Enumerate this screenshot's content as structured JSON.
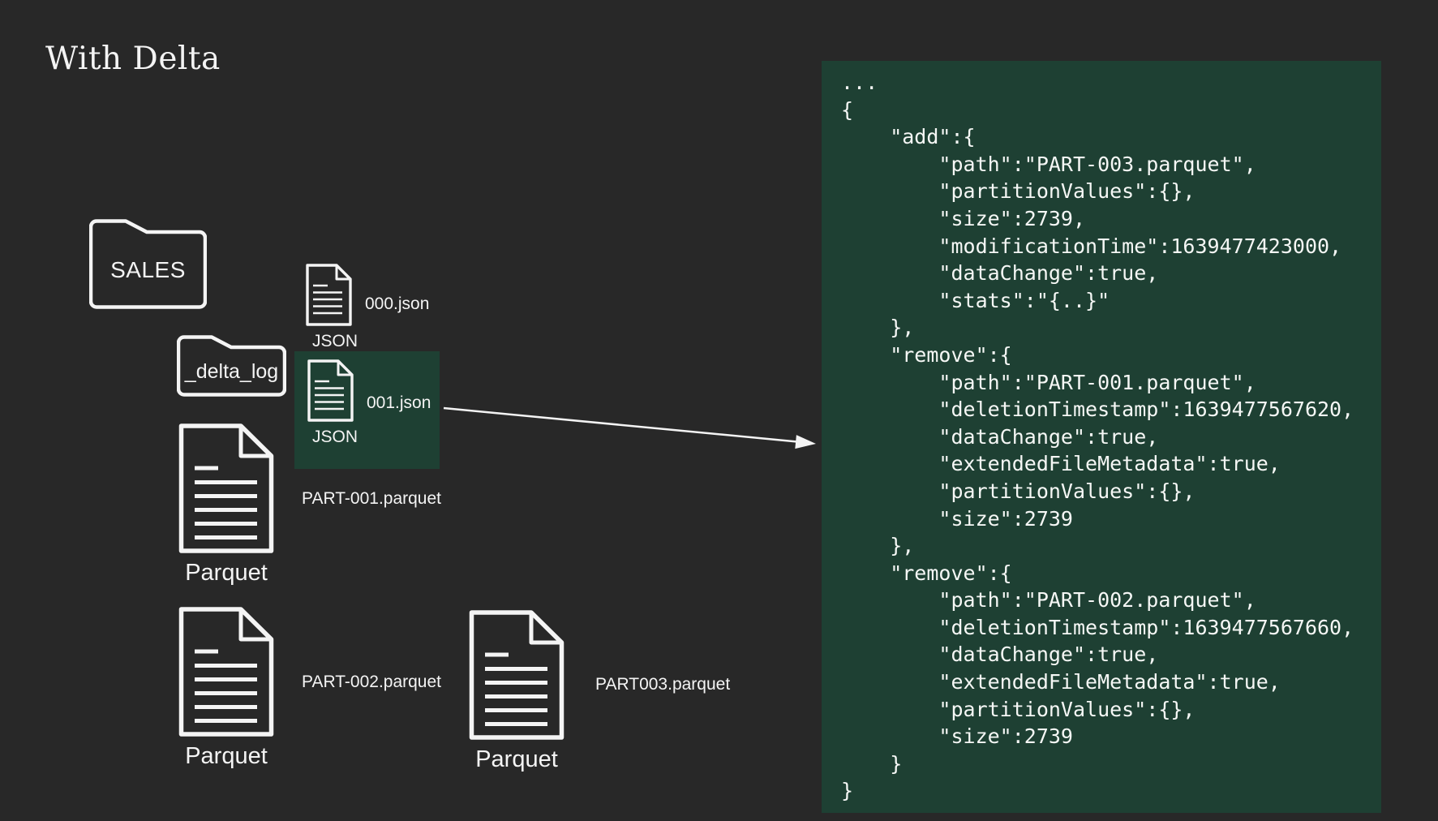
{
  "title": "With Delta",
  "colors": {
    "background": "#282828",
    "panel_green": "#1e4033",
    "highlight_green": "#1e4033",
    "text": "#ffffff"
  },
  "tree": {
    "root_folder": {
      "label": "SALES"
    },
    "log_folder": {
      "label": "_delta_log"
    },
    "log_files": [
      {
        "name": "000.json",
        "badge": "JSON",
        "highlighted": false
      },
      {
        "name": "001.json",
        "badge": "JSON",
        "highlighted": true
      }
    ],
    "data_files": [
      {
        "name": "PART-001.parquet",
        "type": "Parquet"
      },
      {
        "name": "PART-002.parquet",
        "type": "Parquet"
      },
      {
        "name": "PART003.parquet",
        "type": "Parquet"
      }
    ]
  },
  "code_panel": {
    "lines": [
      "...",
      "{",
      "    \"add\":{",
      "        \"path\":\"PART-003.parquet\",",
      "        \"partitionValues\":{},",
      "        \"size\":2739,",
      "        \"modificationTime\":1639477423000,",
      "        \"dataChange\":true,",
      "        \"stats\":\"{..}\"",
      "    },",
      "    \"remove\":{",
      "        \"path\":\"PART-001.parquet\",",
      "        \"deletionTimestamp\":1639477567620,",
      "        \"dataChange\":true,",
      "        \"extendedFileMetadata\":true,",
      "        \"partitionValues\":{},",
      "        \"size\":2739",
      "    },",
      "    \"remove\":{",
      "        \"path\":\"PART-002.parquet\",",
      "        \"deletionTimestamp\":1639477567660,",
      "        \"dataChange\":true,",
      "        \"extendedFileMetadata\":true,",
      "        \"partitionValues\":{},",
      "        \"size\":2739",
      "    }",
      "}"
    ]
  }
}
